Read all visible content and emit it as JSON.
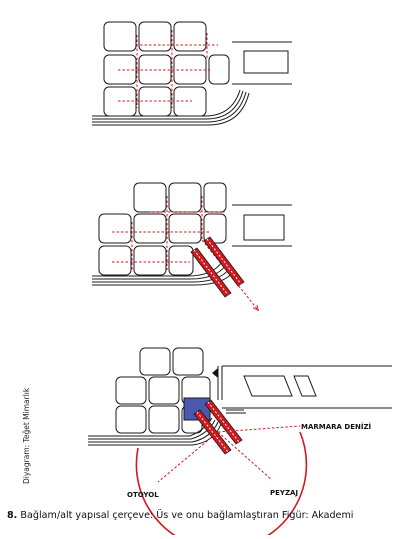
{
  "figure": {
    "number": "8.",
    "caption": "Bağlam/alt yapısal çerçeve: Üs ve onu bağlamlaştıran Figür: Akademi",
    "credit": "Diyagram: Teğet Mimarlık"
  },
  "labels": {
    "sea": "MARMARA DENİZİ",
    "highway": "OTOYOL",
    "landscape": "PEYZAJ"
  },
  "colors": {
    "accent_red": "#d0181f",
    "blue_block": "#4a58b0",
    "line": "#1a1a1a"
  },
  "panels": [
    {
      "id": "panel-1-grid-only"
    },
    {
      "id": "panel-2-grid-with-figure"
    },
    {
      "id": "panel-3-context"
    }
  ]
}
